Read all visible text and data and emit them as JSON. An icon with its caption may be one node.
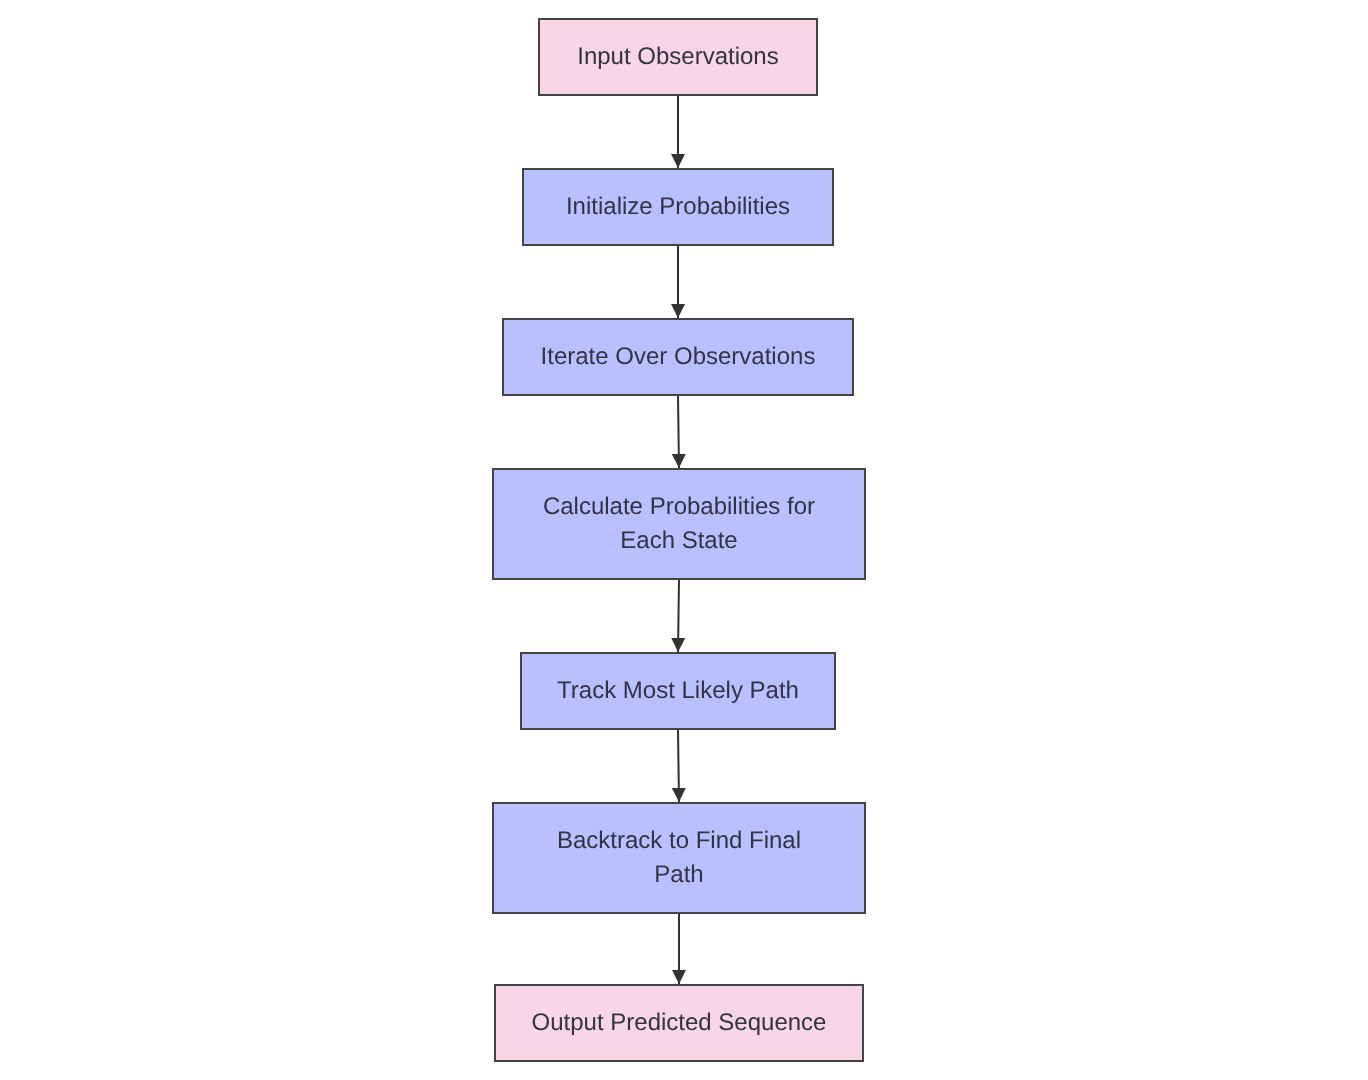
{
  "diagram": {
    "nodes": [
      {
        "text": [
          "Input Observations"
        ]
      },
      {
        "text": [
          "Initialize Probabilities"
        ]
      },
      {
        "text": [
          "Iterate Over Observations"
        ]
      },
      {
        "text": [
          "Calculate Probabilities for Each State"
        ]
      },
      {
        "text": [
          "Track Most Likely Path"
        ]
      },
      {
        "text": [
          "Backtrack to Find Final Path"
        ]
      },
      {
        "text": [
          "Output Predicted Sequence"
        ]
      }
    ],
    "edges": [
      {
        "from": 0,
        "to": 1,
        "arrow": "to"
      },
      {
        "from": 1,
        "to": 2,
        "arrow": "to"
      },
      {
        "from": 2,
        "to": 3,
        "arrow": "to"
      },
      {
        "from": 3,
        "to": 4,
        "arrow": "to"
      },
      {
        "from": 4,
        "to": 5,
        "arrow": "to"
      },
      {
        "from": 5,
        "to": 6,
        "arrow": "to"
      }
    ]
  }
}
